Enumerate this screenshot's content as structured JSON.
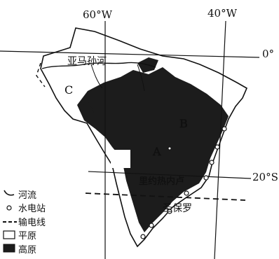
{
  "graticule": {
    "lon_labels": [
      "60°W",
      "40°W"
    ],
    "lat_labels": [
      "0°",
      "20°S"
    ]
  },
  "places": {
    "amazon": "亚马孙河",
    "rio": "里约热内卢",
    "sao_paulo": "圣保罗",
    "label_a": "A",
    "label_b": "B",
    "label_c": "C"
  },
  "legend": {
    "items": [
      {
        "icon": "river-icon",
        "label": "河流"
      },
      {
        "icon": "hydropower-station-icon",
        "label": "水电站"
      },
      {
        "icon": "power-line-icon",
        "label": "输电线"
      },
      {
        "icon": "plain-icon",
        "label": "平原"
      },
      {
        "icon": "plateau-icon",
        "label": "高原"
      }
    ]
  },
  "colors": {
    "plateau": "#1c1c1c",
    "plain": "#ffffff",
    "outline": "#111111"
  }
}
